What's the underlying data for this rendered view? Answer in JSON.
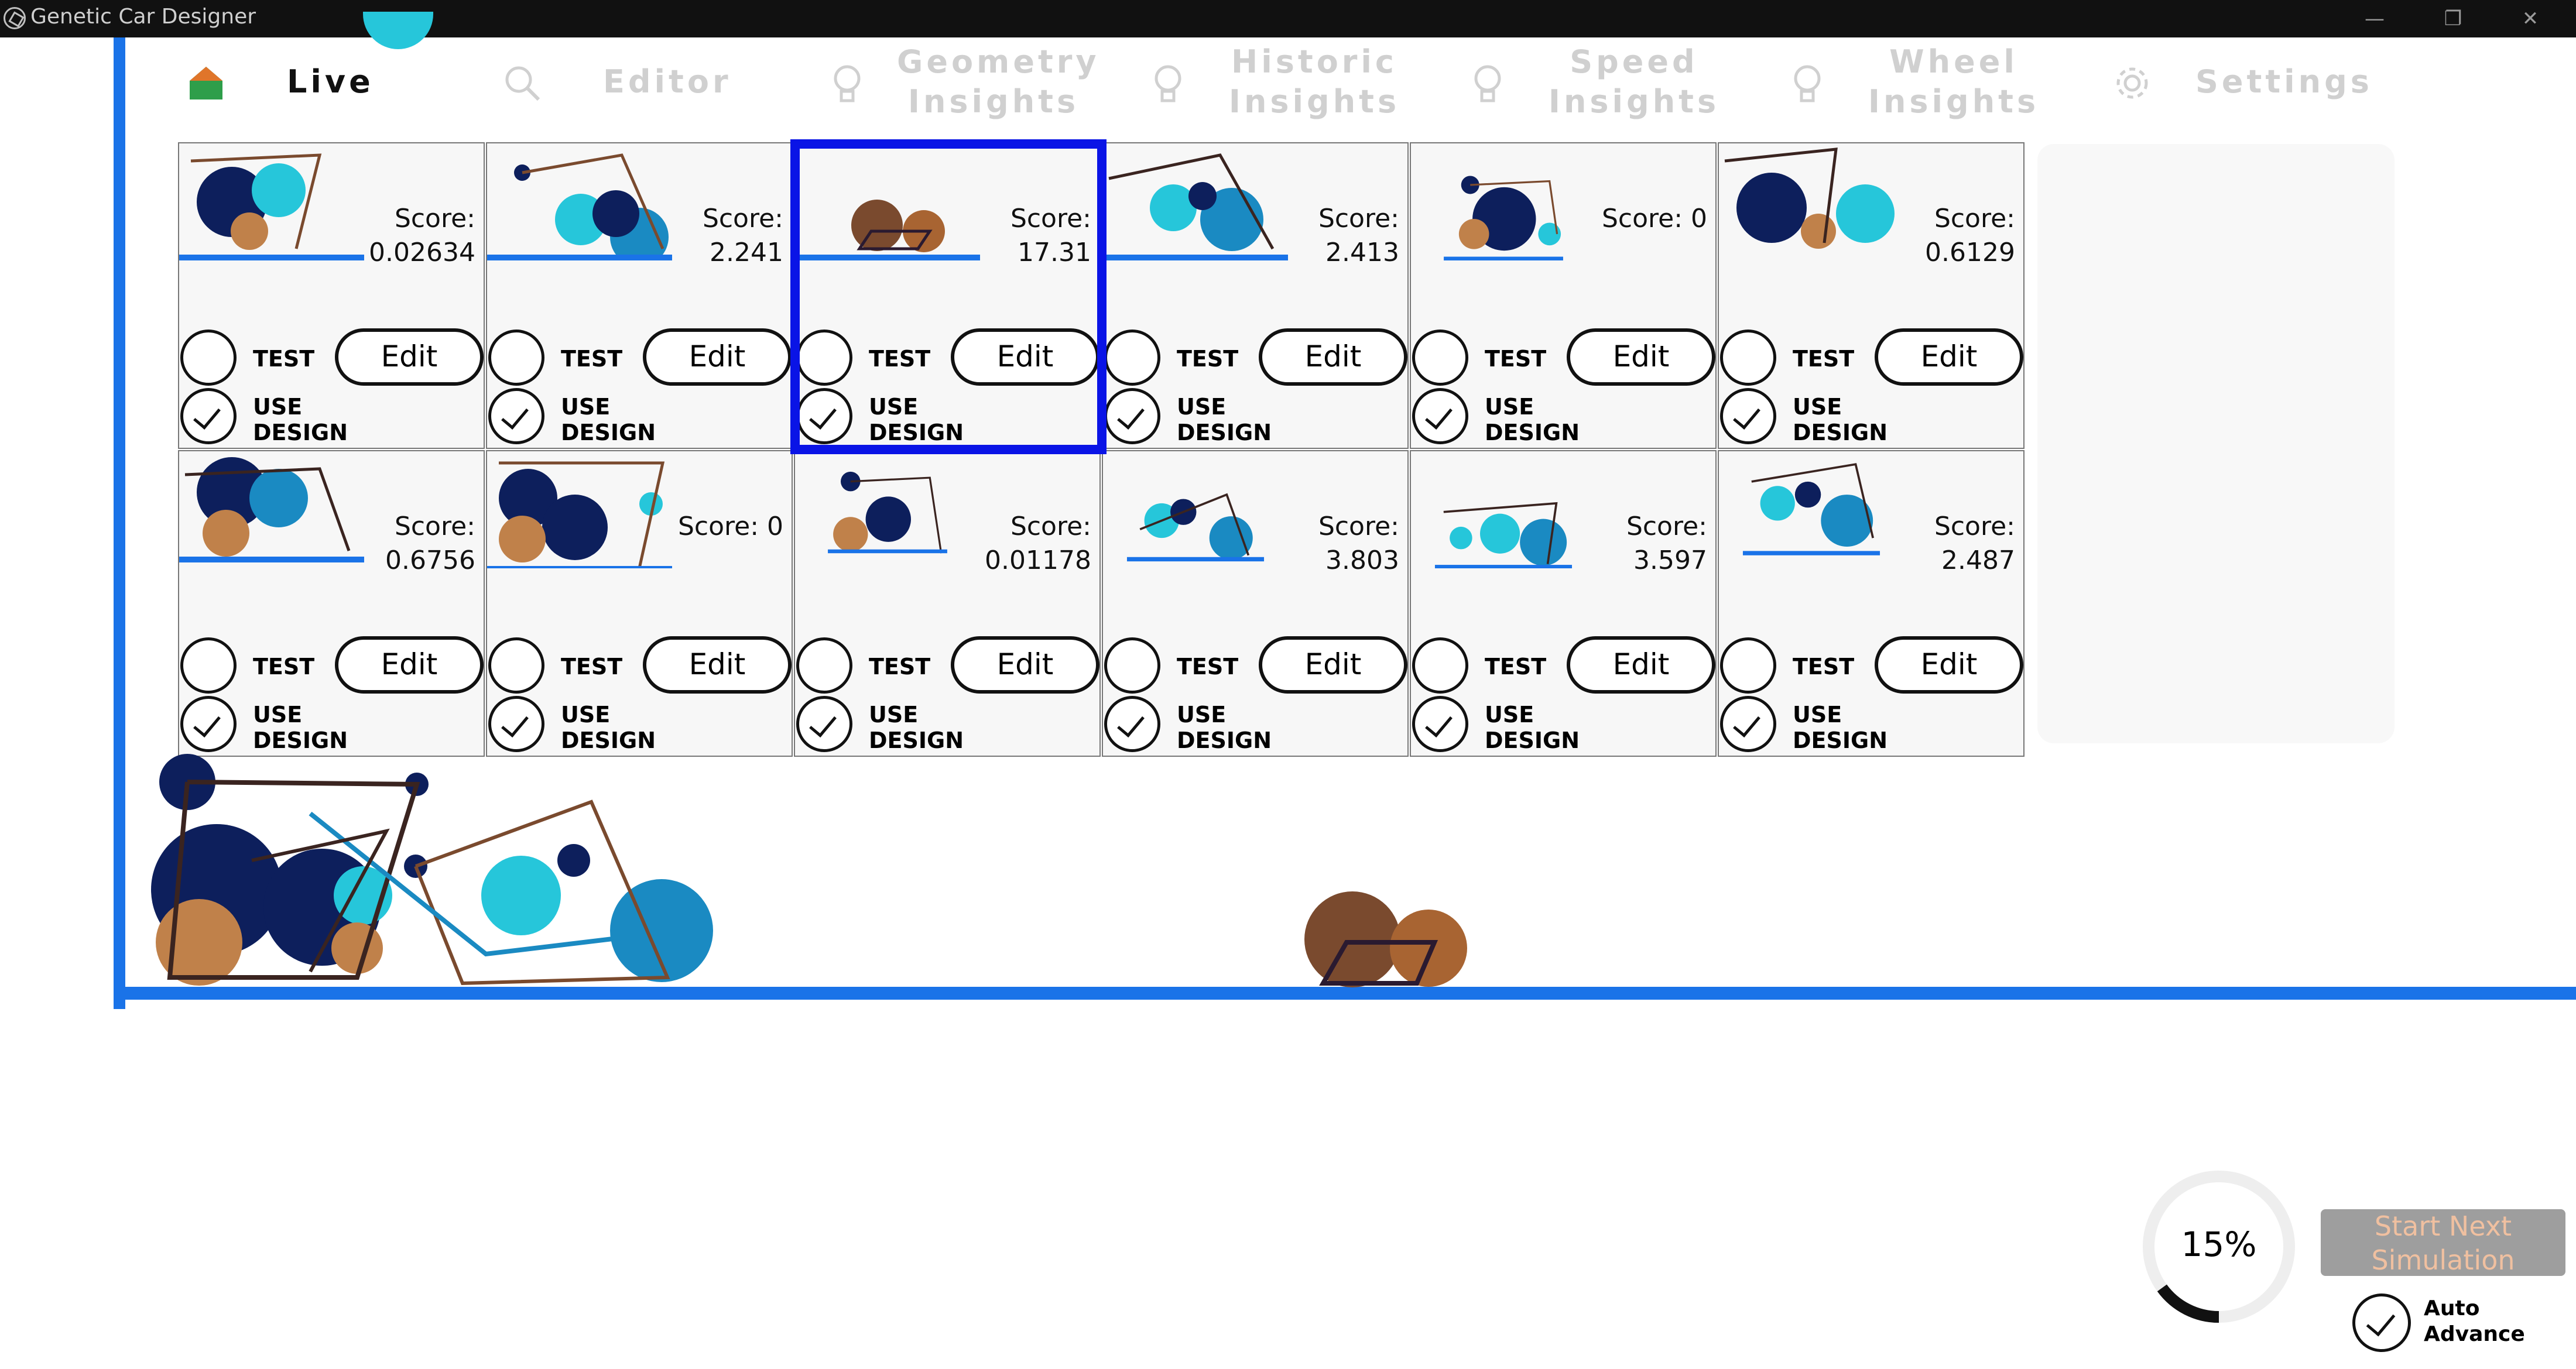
{
  "window": {
    "title": "Genetic Car Designer",
    "controls": [
      "—",
      "❐",
      "✕"
    ]
  },
  "nav": {
    "tabs": [
      {
        "label": "Live",
        "icon": "home-icon",
        "active": true
      },
      {
        "label": "Editor",
        "icon": "search-icon"
      },
      {
        "label": "Geometry\nInsights",
        "icon": "lightbulb-icon"
      },
      {
        "label": "Historic\nInsights",
        "icon": "lightbulb-icon"
      },
      {
        "label": "Speed\nInsights",
        "icon": "lightbulb-icon"
      },
      {
        "label": "Wheel\nInsights",
        "icon": "lightbulb-icon"
      },
      {
        "label": "Settings",
        "icon": "gear-icon"
      }
    ]
  },
  "designs": [
    {
      "score": "Score:\n0.02634"
    },
    {
      "score": "Score:\n2.241"
    },
    {
      "score": "Score:\n17.31"
    },
    {
      "score": "Score:\n2.413"
    },
    {
      "score": "Score: 0"
    },
    {
      "score": "Score:\n0.6129"
    },
    {
      "score": "Score:\n0.6756"
    },
    {
      "score": "Score: 0"
    },
    {
      "score": "Score:\n0.01178"
    },
    {
      "score": "Score:\n3.803"
    },
    {
      "score": "Score:\n3.597"
    },
    {
      "score": "Score:\n2.487"
    }
  ],
  "card_labels": {
    "test": "TEST",
    "edit": "Edit",
    "use_design": "USE\nDESIGN"
  },
  "progress": {
    "text": "15%",
    "fraction": 0.15
  },
  "start_button": {
    "label": "Start Next\nSimulation"
  },
  "auto_advance": {
    "label": "Auto\nAdvance"
  },
  "colors": {
    "accent": "#1a73e8",
    "selection": "#0a14e6",
    "navy": "#0d1f5c",
    "cyan": "#26c6da",
    "teal": "#1a8ac2",
    "brown": "#7a4a2e",
    "tan": "#c0814a"
  }
}
